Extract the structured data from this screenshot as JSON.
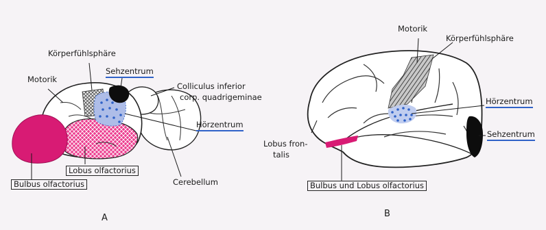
{
  "figure_a": {
    "panel_letter": "A",
    "labels": {
      "koerperfuehlsphaere": "Körperfühlsphäre",
      "motorik": "Motorik",
      "sehzentrum": "Sehzentrum",
      "colliculus_line1": "Colliculus inferior",
      "colliculus_line2": "corp. quadrigeminae",
      "hoerzentrum": "Hörzentrum",
      "lobus_olfactorius": "Lobus olfactorius",
      "bulbus_olfactorius": "Bulbus olfactorius",
      "cerebellum": "Cerebellum"
    }
  },
  "figure_b": {
    "panel_letter": "B",
    "labels": {
      "motorik": "Motorik",
      "koerperfuehlsphaere": "Körperfühlsphäre",
      "hoerzentrum": "Hörzentrum",
      "sehzentrum": "Sehzentrum",
      "lobus_frontalis_line1": "Lobus fron-",
      "lobus_frontalis_line2": "talis",
      "bulbus_und_lobus": "Bulbus und Lobus olfactorius"
    }
  },
  "colors": {
    "olfactory": "#d81b74",
    "hoerzentrum": "#2f62c8",
    "underline": "#2f62c8",
    "hatch": "#333333"
  }
}
